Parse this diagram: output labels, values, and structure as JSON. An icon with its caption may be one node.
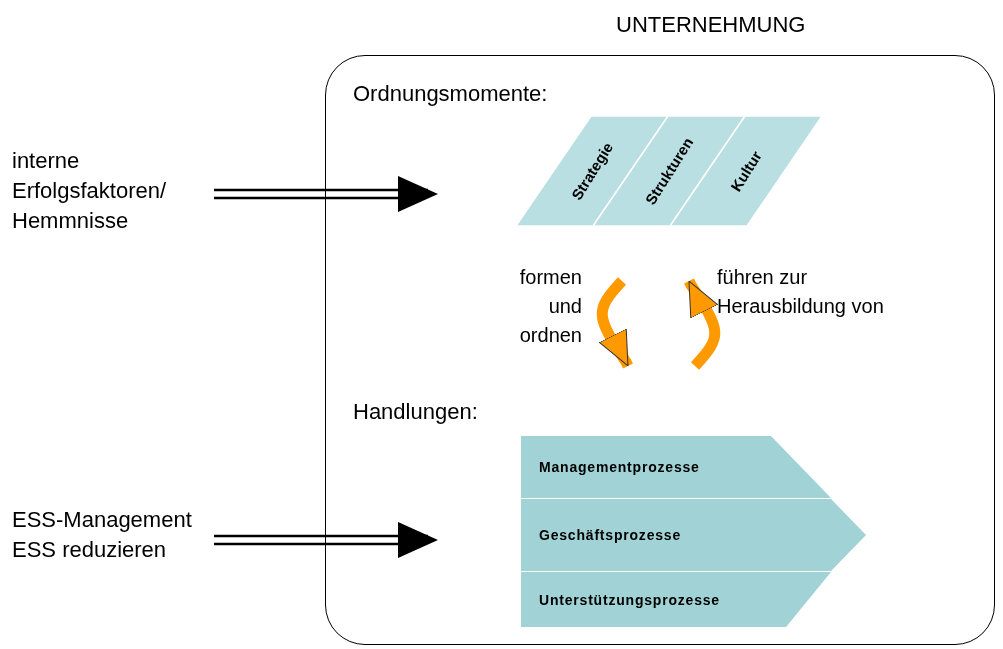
{
  "diagram": {
    "nodes": [
      {
        "text": [
          "UNTERNEHMUNG"
        ]
      },
      {
        "text": [
          "Ordnungsmomente:"
        ],
        "in": 0
      },
      {
        "text": [
          "Strategie"
        ],
        "in": 1
      },
      {
        "text": [
          "Strukturen"
        ],
        "in": 1
      },
      {
        "text": [
          "Kultur"
        ],
        "in": 1
      },
      {
        "text": [
          "interne Erfolgsfaktoren/ Hemmnisse"
        ]
      },
      {
        "text": [
          "Handlungen:"
        ],
        "in": 0
      },
      {
        "text": [
          "Managementprozesse"
        ],
        "in": 6
      },
      {
        "text": [
          "Geschäftsprozesse"
        ],
        "in": 6
      },
      {
        "text": [
          "Unterstützungsprozesse"
        ],
        "in": 6
      },
      {
        "text": [
          "ESS-Management ESS reduzieren"
        ]
      }
    ],
    "edges": [
      {
        "from": 5,
        "to": 1,
        "arrow": "to"
      },
      {
        "from": 10,
        "to": 6,
        "arrow": "to"
      },
      {
        "from": 1,
        "to": 6,
        "arrow": "to",
        "label": "formen und ordnen",
        "style": "thick",
        "color": "#ff9900"
      },
      {
        "from": 6,
        "to": 1,
        "arrow": "to",
        "label": "führen zur Herausbildung von",
        "style": "thick",
        "color": "#ff9900"
      }
    ]
  }
}
